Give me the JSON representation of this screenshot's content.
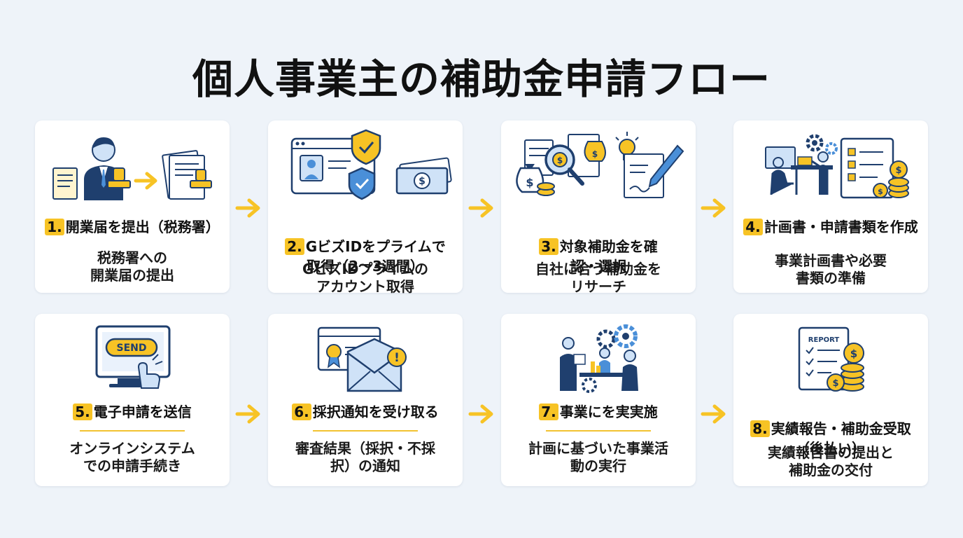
{
  "title": "個人事業主の補助金申請フロー",
  "steps": [
    {
      "number": "1.",
      "heading": "開業届を提出（税務署）",
      "desc": "税務署への\n開業届の提出"
    },
    {
      "number": "2.",
      "heading": "GビズIDをプライムで\n取得（2〜3週間）",
      "desc": "GビズIDプライムの\nアカウント取得"
    },
    {
      "number": "3.",
      "heading": "対象補助金を確\n認・選択",
      "desc": "自社に合う補助金を\nリサーチ"
    },
    {
      "number": "4.",
      "heading": "計画書・申請書類を作成",
      "desc": "事業計画書や必要\n書類の準備"
    },
    {
      "number": "5.",
      "heading": "電子申請を送信",
      "desc": "オンラインシステム\nでの申請手続き"
    },
    {
      "number": "6.",
      "heading": "採択通知を受け取る",
      "desc": "審査結果（採択・不採\n択）の通知"
    },
    {
      "number": "7.",
      "heading": "事業にを実実施",
      "desc": "計画に基づいた事業活\n動の実行"
    },
    {
      "number": "8.",
      "heading": "実績報告・補助金受取\n（後払い）",
      "desc": "実績報告書の提出と\n補助金の交付"
    }
  ],
  "icons": {
    "send_label": "SEND",
    "report_label": "REPORT",
    "dollar": "$",
    "exclaim": "!"
  },
  "colors": {
    "navy": "#1f3f6e",
    "blue": "#4a8fd8",
    "light_blue": "#cfe2f7",
    "yellow": "#f7c325"
  }
}
